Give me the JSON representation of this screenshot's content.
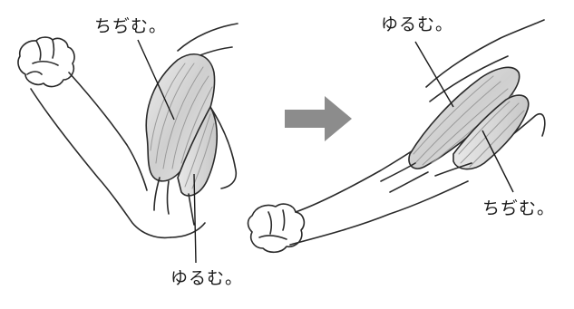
{
  "labels": {
    "left_contract": "ちぢむ。",
    "left_relax": "ゆるむ。",
    "right_relax": "ゆるむ。",
    "right_contract": "ちぢむ。"
  },
  "colors": {
    "outline": "#2a2a2a",
    "muscle_fill": "#d9d9d9",
    "muscle_stripe": "#9a9a9a",
    "arrow": "#8c8c8c"
  },
  "icons": {
    "transition": "right-arrow"
  }
}
